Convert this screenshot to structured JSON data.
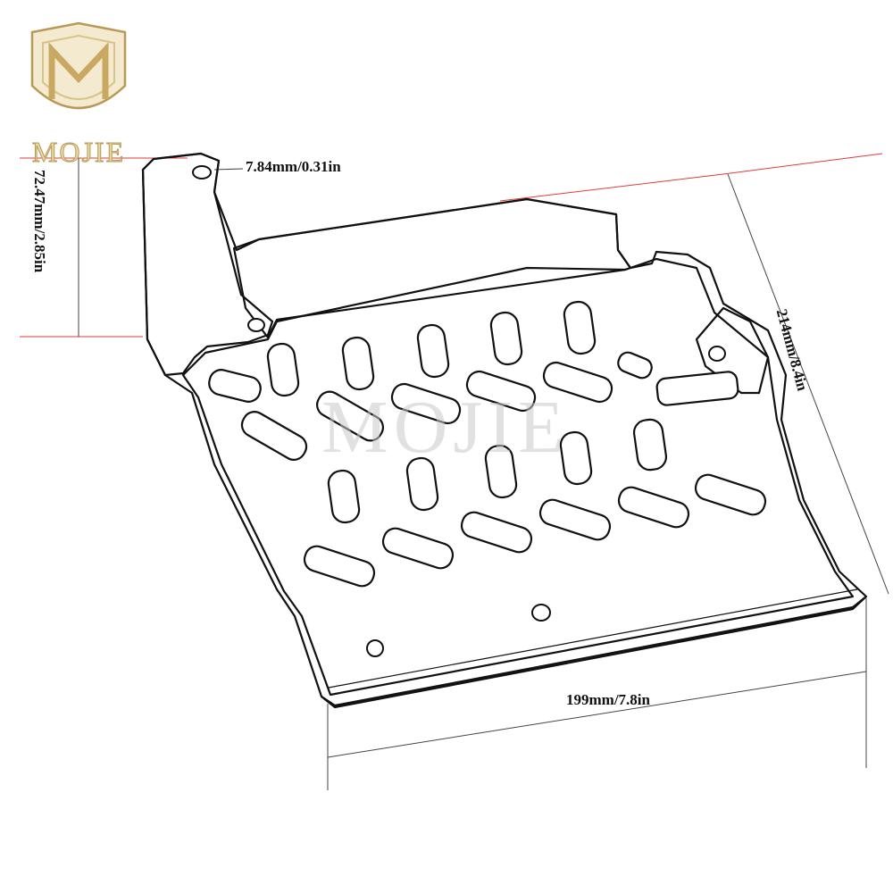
{
  "brand": {
    "name": "MOJIE",
    "watermark": "MOJIE",
    "gold": "#c9a962"
  },
  "dimensions": {
    "hole": "7.84mm/0.31in",
    "height": "72.47mm/2.85in",
    "length": "214mm/8.4in",
    "width": "199mm/7.8in"
  },
  "colors": {
    "guide_line": "#e23a3a",
    "outline": "#111111",
    "dimension_line": "#444444"
  }
}
